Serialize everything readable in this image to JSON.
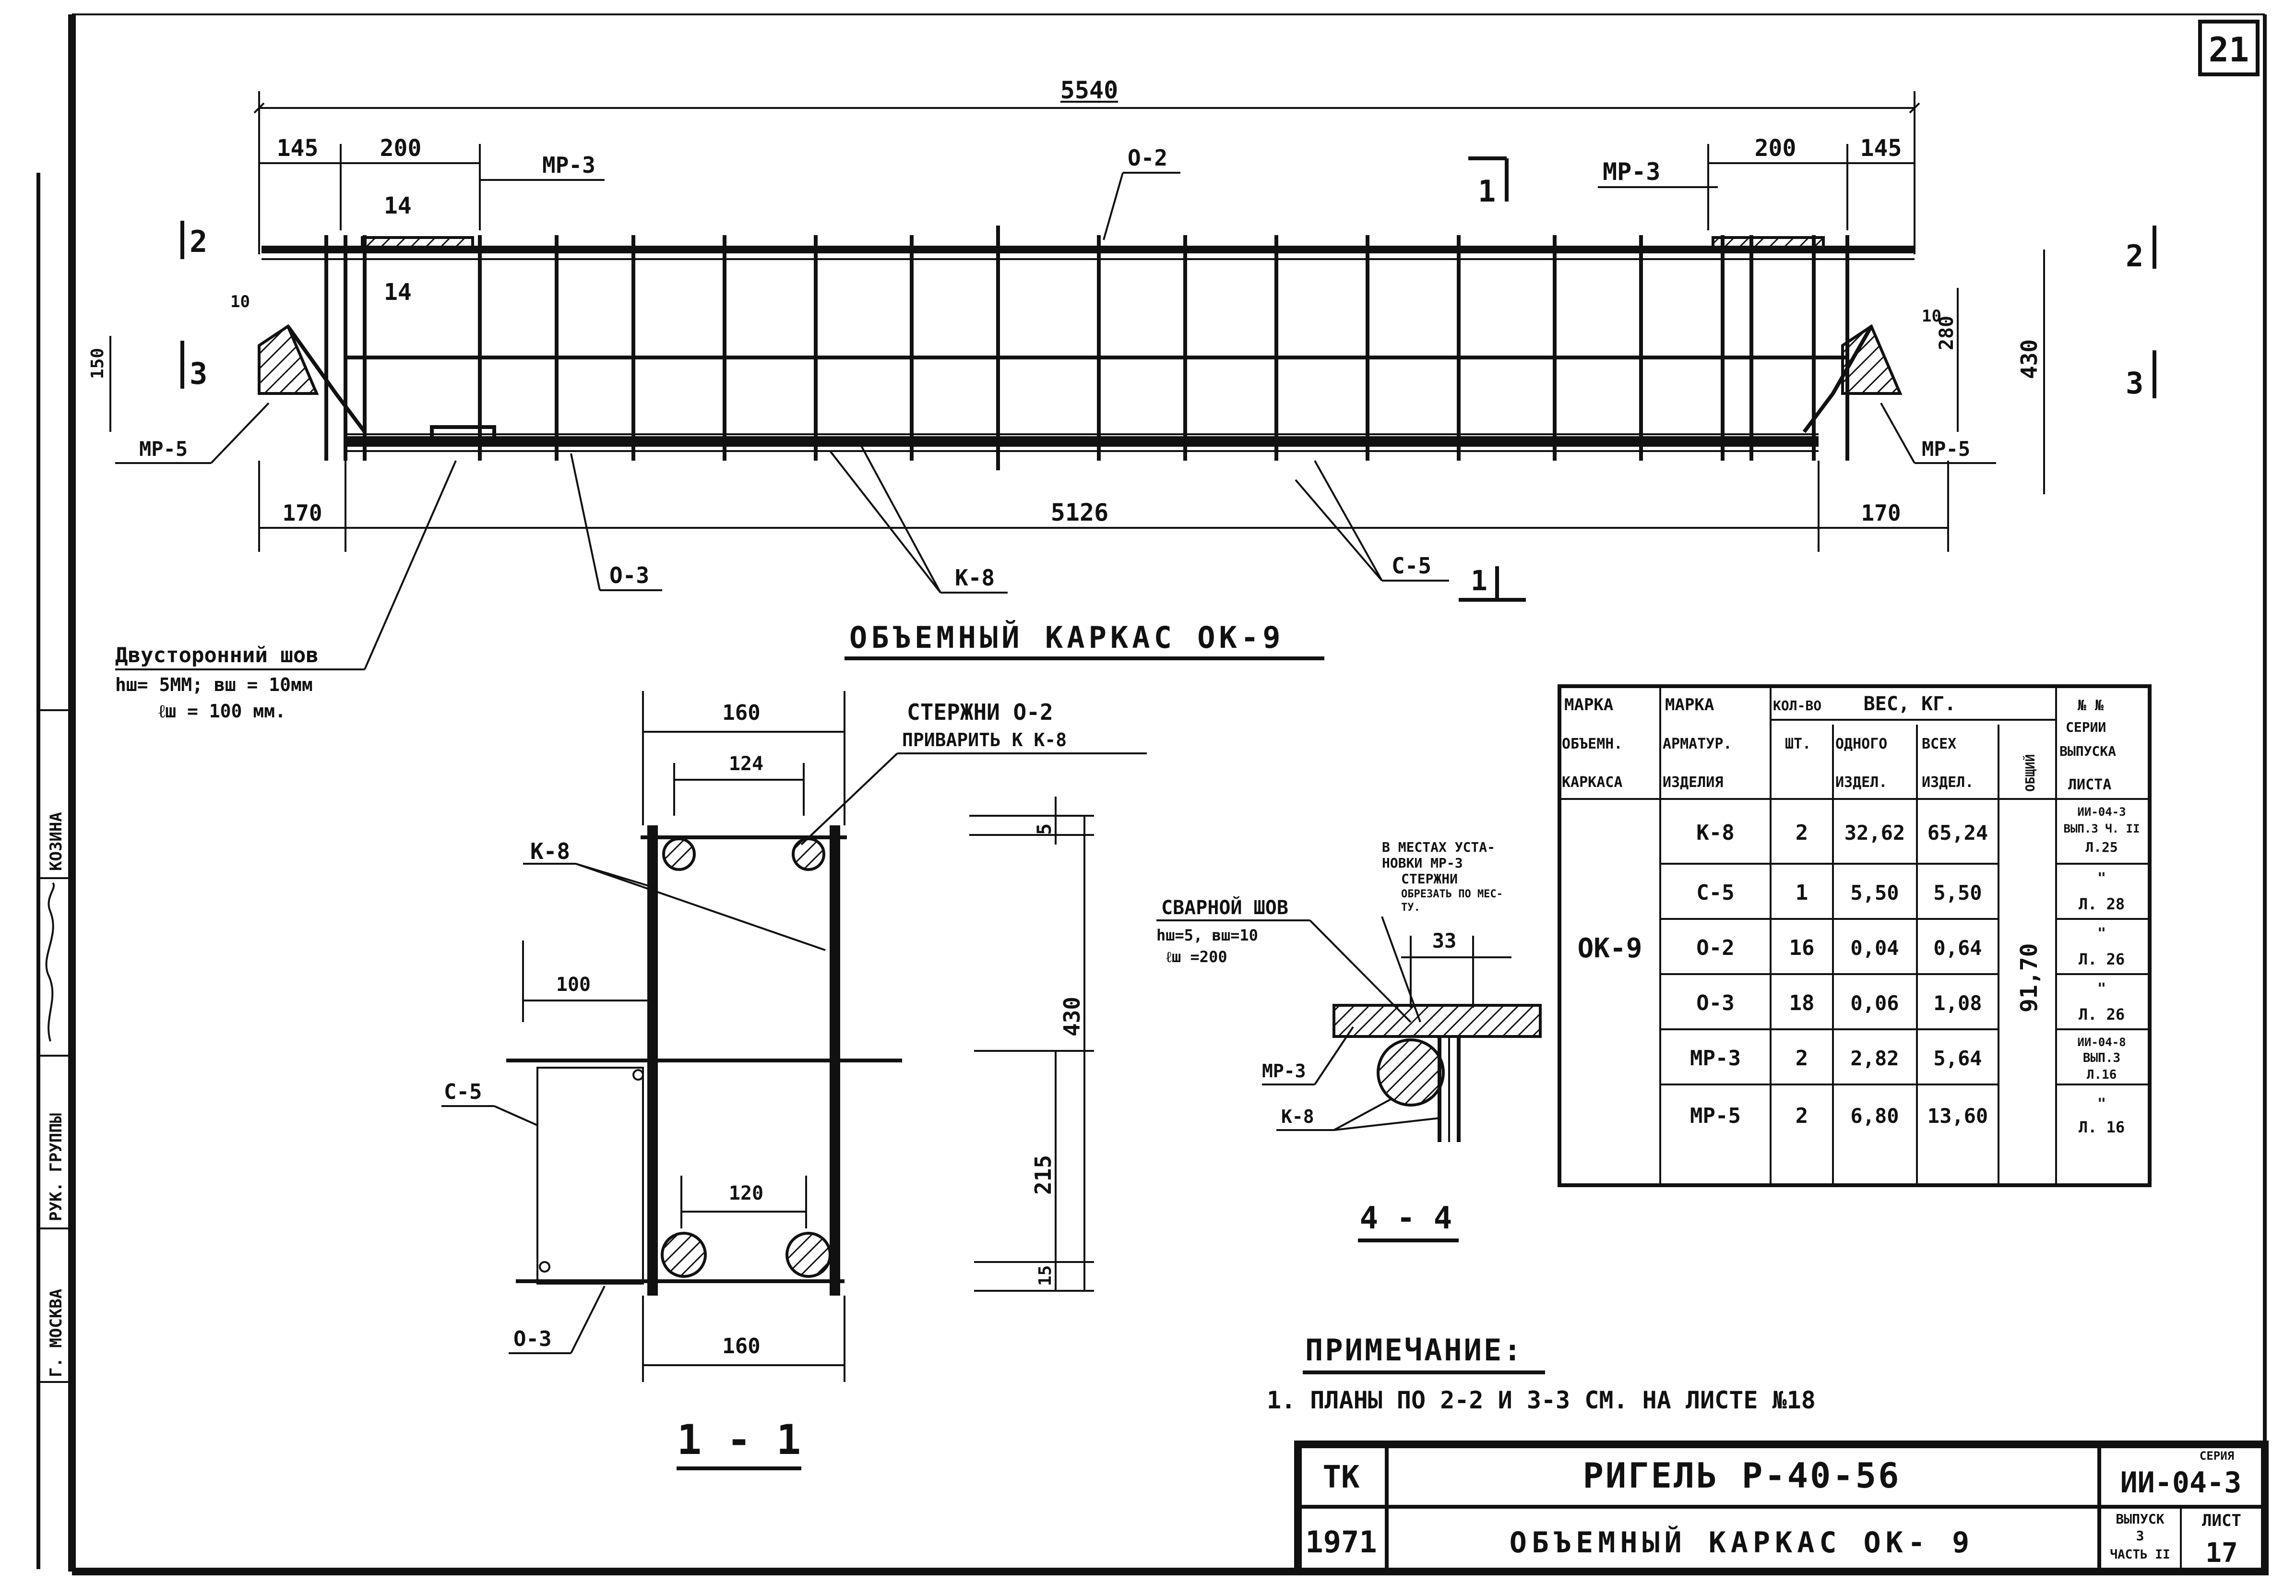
{
  "sheet": {
    "corner_number": "21",
    "stamp_labels": [
      "Г. МОСКВА",
      "РУК. ГРУППЫ",
      "КОЗИНА"
    ],
    "signature": "Козина"
  },
  "elevation": {
    "title": "ОБЪЕМНЫЙ КАРКАС ОК-9",
    "dims": {
      "overall": "5540",
      "inner": "5126",
      "left_145": "145",
      "left_200": "200",
      "right_200": "200",
      "right_145": "145",
      "left_170": "170",
      "right_170": "170",
      "v14a": "14",
      "v14b": "14",
      "left_10": "10",
      "left_150": "150",
      "right_10": "10",
      "right_280": "280",
      "right_430": "430"
    },
    "labels": {
      "mp3_left": "МР-3",
      "mp3_right": "МР-3",
      "o2": "О-2",
      "mp5_left": "МР-5",
      "mp5_right": "МР-5",
      "o3": "О-3",
      "k8": "К-8",
      "c5": "С-5"
    },
    "section_marks": {
      "s1_top": "1",
      "s1_bottom": "1",
      "s2_left": "2",
      "s2_right": "2",
      "s3_left": "3",
      "s3_right": "3"
    },
    "weld_note": {
      "title": "Двусторонний шов",
      "line1": "hш= 5ММ;  вш = 10мм",
      "line2": "ℓш = 100 мм."
    }
  },
  "section11": {
    "title": "1 - 1",
    "callout_line1": "СТЕРЖНИ  О-2",
    "callout_line2": "ПРИВАРИТЬ К К-8",
    "labels": {
      "k8": "К-8",
      "c5": "С-5",
      "o3": "О-3"
    },
    "dims": {
      "top_160": "160",
      "top_124": "124",
      "left_100": "100",
      "mid_120": "120",
      "bottom_160": "160",
      "v430": "430",
      "v5": "5",
      "v215": "215",
      "v15": "15"
    }
  },
  "section44": {
    "title": "4 - 4",
    "note": [
      "В МЕСТАХ УСТА-",
      "НОВКИ МР-3",
      "СТЕРЖНИ",
      "ОБРЕЗАТЬ ПО МЕС-",
      "ТУ."
    ],
    "weld_title": "СВАРНОЙ ШОВ",
    "weld_line1": "hш=5,  вш=10",
    "weld_line2": "ℓш =200",
    "dim_33": "33",
    "labels": {
      "mp3": "МР-3",
      "k8": "К-8"
    }
  },
  "spec_table": {
    "headers": {
      "c1": [
        "МАРКА",
        "ОБЪЕМН.",
        "КАРКАСА"
      ],
      "c2": [
        "МАРКА",
        "АРМАТУР.",
        "ИЗДЕЛИЯ"
      ],
      "c3": [
        "КОЛ-ВО",
        "ШТ."
      ],
      "c4": "ВЕС, КГ.",
      "c4a": [
        "ОДНОГО",
        "ИЗДЕЛ."
      ],
      "c4b": [
        "ВСЕХ",
        "ИЗДЕЛ."
      ],
      "c4c": "ОБЩИЙ",
      "c5": [
        "№ №",
        "СЕРИИ",
        "ВЫПУСКА",
        "ЛИСТА"
      ]
    },
    "frame_mark": "ОК-9",
    "total_weight": "91,70",
    "rows": [
      {
        "item": "К-8",
        "qty": "2",
        "one": "32,62",
        "all": "65,24",
        "ref": [
          "ИИ-04-3",
          "ВЫП.3 Ч. II",
          "Л.25"
        ]
      },
      {
        "item": "С-5",
        "qty": "1",
        "one": "5,50",
        "all": "5,50",
        "ref": [
          "\"",
          "Л. 28"
        ]
      },
      {
        "item": "О-2",
        "qty": "16",
        "one": "0,04",
        "all": "0,64",
        "ref": [
          "\"",
          "Л. 26"
        ]
      },
      {
        "item": "О-3",
        "qty": "18",
        "one": "0,06",
        "all": "1,08",
        "ref": [
          "\"",
          "Л. 26"
        ]
      },
      {
        "item": "МР-3",
        "qty": "2",
        "one": "2,82",
        "all": "5,64",
        "ref": [
          "ИИ-04-8",
          "ВЫП.3",
          "Л.16"
        ]
      },
      {
        "item": "МР-5",
        "qty": "2",
        "one": "6,80",
        "all": "13,60",
        "ref": [
          "\"",
          "Л. 16"
        ]
      }
    ]
  },
  "notes": {
    "title": "ПРИМЕЧАНИЕ:",
    "line1": "1. ПЛАНЫ  ПО  2-2  И  3-3  СМ.  НА  ЛИСТЕ  №18"
  },
  "title_block": {
    "org": "ТК",
    "year": "1971",
    "title": "РИГЕЛЬ  Р-40-56",
    "subtitle": "ОБЪЕМНЫЙ  КАРКАС  ОК- 9",
    "series_label": "СЕРИЯ",
    "series": "ИИ-04-3",
    "issue_label": [
      "ВЫПУСК",
      "3",
      "ЧАСТЬ II"
    ],
    "sheet_label": "ЛИСТ",
    "sheet": "17"
  }
}
